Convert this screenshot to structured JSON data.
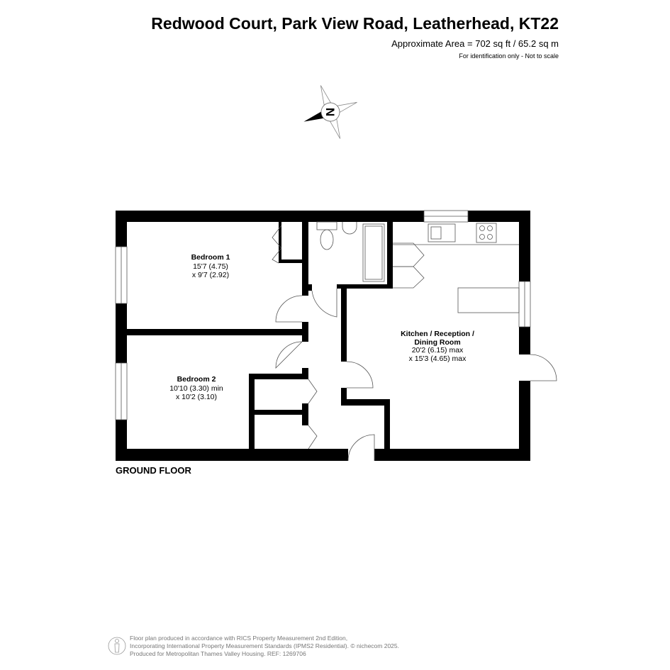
{
  "header": {
    "title": "Redwood Court, Park View Road, Leatherhead, KT22",
    "area": "Approximate Area = 702 sq ft / 65.2 sq m",
    "note": "For identification only - Not to scale"
  },
  "compass": {
    "letter": "N",
    "icon": "compass-icon"
  },
  "rooms": {
    "bedroom1": {
      "name": "Bedroom 1",
      "dim1": "15'7 (4.75)",
      "dim2": "x 9'7 (2.92)"
    },
    "bedroom2": {
      "name": "Bedroom 2",
      "dim1": "10'10 (3.30) min",
      "dim2": "x 10'2 (3.10)"
    },
    "kitchen": {
      "name1": "Kitchen / Reception /",
      "name2": "Dining Room",
      "dim1": "20'2 (6.15) max",
      "dim2": "x 15'3 (4.65) max"
    }
  },
  "floor_label": "GROUND FLOOR",
  "footer": {
    "line1": "Floor plan produced in accordance with RICS Property Measurement 2nd Edition,",
    "line2": "Incorporating International Property Measurement Standards (IPMS2 Residential).  © nichecom 2025.",
    "line3": "Produced for Metropolitan Thames Valley Housing.   REF:  1269706"
  }
}
